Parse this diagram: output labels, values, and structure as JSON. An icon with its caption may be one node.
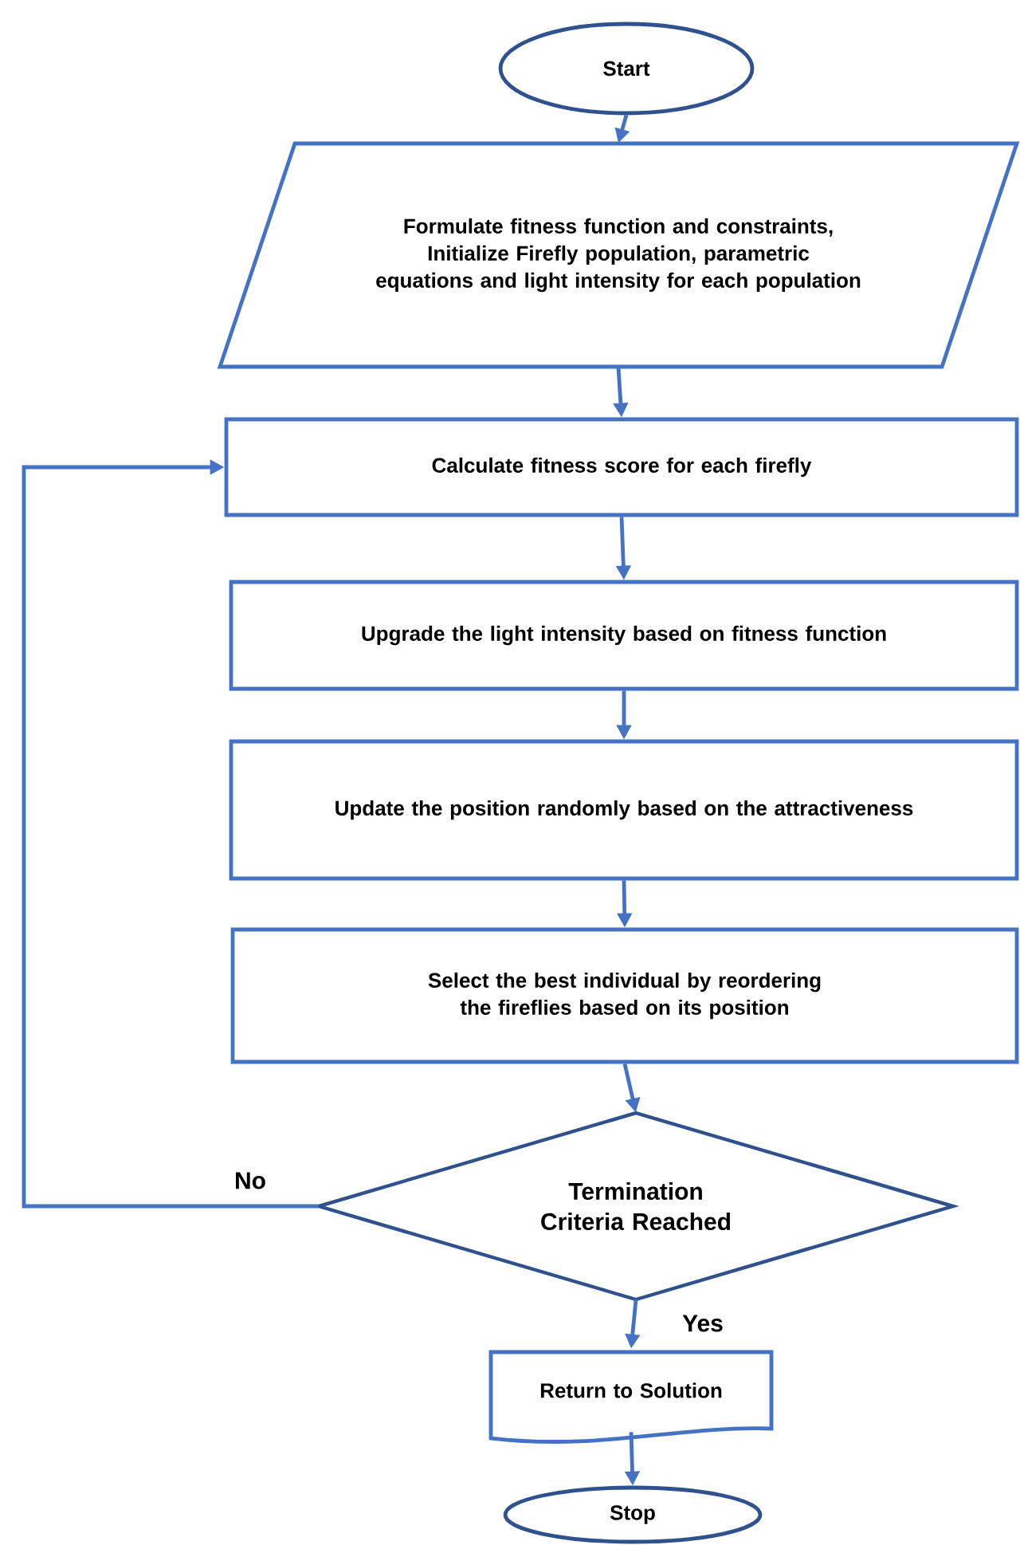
{
  "diagram": {
    "nodes": [
      {
        "text": [
          "Start"
        ]
      },
      {
        "text": [
          "Formulate fitness function and constraints, Initialize Firefly population, parametric equations and light intensity for each population"
        ]
      },
      {
        "text": [
          "Calculate fitness score for each firefly"
        ]
      },
      {
        "text": [
          "Upgrade the light intensity based on fitness function"
        ]
      },
      {
        "text": [
          "Update the position randomly based on the attractiveness"
        ]
      },
      {
        "text": [
          "Select the best individual by reordering the fireflies based on its position"
        ]
      },
      {
        "text": [
          "Termination Criteria Reached"
        ]
      },
      {
        "text": [
          "Return to Solution"
        ]
      },
      {
        "text": [
          "Stop"
        ]
      }
    ],
    "edges": [
      {
        "from": 0,
        "to": 1,
        "arrow": "to"
      },
      {
        "from": 1,
        "to": 2,
        "arrow": "to"
      },
      {
        "from": 2,
        "to": 3,
        "arrow": "to"
      },
      {
        "from": 3,
        "to": 4,
        "arrow": "to"
      },
      {
        "from": 4,
        "to": 5,
        "arrow": "to"
      },
      {
        "from": 5,
        "to": 6,
        "arrow": "to"
      },
      {
        "from": 6,
        "to": 2,
        "arrow": "to",
        "label": "No"
      },
      {
        "from": 6,
        "to": 7,
        "arrow": "to",
        "label": "Yes"
      },
      {
        "from": 7,
        "to": 8,
        "arrow": "to"
      }
    ]
  }
}
